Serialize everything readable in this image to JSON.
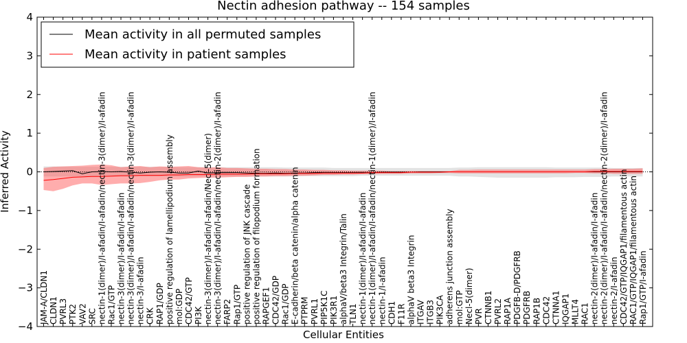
{
  "chart_data": {
    "type": "line",
    "title": "Nectin adhesion pathway -- 154 samples",
    "xlabel": "Cellular Entities",
    "ylabel": "Inferred Activity",
    "ylim": [
      -4,
      4
    ],
    "yticks": [
      4,
      3,
      2,
      1,
      0,
      -1,
      -2,
      -3,
      -4
    ],
    "ytick_labels": [
      "4",
      "3",
      "2",
      "1",
      "0",
      "−1",
      "−2",
      "−3",
      "−4"
    ],
    "grid": false,
    "legend_position": "top-left",
    "categories": [
      "JAM-A/CLDN1",
      "CLDN1",
      "PVRL3",
      "PTK2",
      "VAV2",
      "SRC",
      "nectin-1(dimer)/I-afadin/I-afadin/nectin-3(dimer)/I-afadin",
      "Rac1/GTP",
      "nectin-3(dimer)/I-afadin/I-afadin",
      "nectin-3(dimer)/I-afadin/I-afadin/nectin-3(dimer)/I-afadin",
      "nectin-3/I-afadin",
      "CRK",
      "RAP1/GDP",
      "positive regulation of lamellipodium assembly",
      "mol:GDP",
      "CDC42/GTP",
      "PI3K",
      "nectin-3(dimer)/I-afadin/I-afadin/Necl-5(dimer)",
      "nectin-3(dimer)/I-afadin/I-afadin/nectin-2(dimer)/I-afadin",
      "FARP2",
      "Rap1/GTP",
      "positive regulation of JNK cascade",
      "positive regulation of filopodium formation",
      "RAPGEF1",
      "CDC42/GDP",
      "Rac1/GDP",
      "E-cadherin/beta catenin/alpha catenin",
      "PTPRM",
      "PVRL1",
      "PIP5K1C",
      "PIK3R1",
      "alphaV/beta3 Integrin/Talin",
      "TLN1",
      "nectin-1(dimer)/I-afadin/I-afadin",
      "nectin-1(dimer)/I-afadin/I-afadin/nectin-1(dimer)/I-afadin",
      "nectin-1/I-afadin",
      "CDH1",
      "F11R",
      "alphaV beta3 Integrin",
      "ITGAV",
      "ITGB3",
      "PIK3CA",
      "adherens junction assembly",
      "mol:GTP",
      "Necl-5(dimer)",
      "PVR",
      "CTNNB1",
      "PVRL2",
      "RAP1A",
      "PDGFB-D/PDGFRB",
      "PDGFRB",
      "RAP1B",
      "CDC42",
      "CTNNA1",
      "IQGAP1",
      "MLLT4",
      "RAC1",
      "nectin-2(dimer)/I-afadin/I-afadin",
      "nectin-2(dimer)/I-afadin/I-afadin/nectin-2(dimer)/I-afadin",
      "nectin-2/I-afadin",
      "CDC42/GTP/IQGAP1/filamentous actin",
      "RAC1/GTP/IQGAP1/filamentous actin",
      "Rap1/GTP/I-afadin"
    ],
    "series": [
      {
        "name": "Mean activity in all permuted samples",
        "color": "#000000",
        "band_color": "#cccccc",
        "values": [
          0.0,
          0.01,
          0.02,
          0.03,
          -0.05,
          0.0,
          0.01,
          0.0,
          0.01,
          -0.01,
          -0.03,
          -0.01,
          0.0,
          -0.01,
          -0.03,
          -0.03,
          0.02,
          -0.03,
          -0.02,
          -0.02,
          -0.02,
          -0.03,
          -0.04,
          -0.04,
          -0.03,
          -0.04,
          -0.03,
          -0.03,
          -0.02,
          -0.02,
          -0.02,
          -0.02,
          -0.02,
          -0.02,
          -0.02,
          -0.01,
          -0.01,
          -0.01,
          -0.01,
          0.0,
          0.0,
          0.0,
          0.0,
          0.0,
          0.0,
          0.0,
          0.0,
          0.0,
          0.0,
          0.0,
          0.0,
          0.0,
          0.0,
          0.0,
          0.0,
          0.0,
          0.0,
          0.0,
          0.0,
          0.0,
          0.0,
          0.0,
          0.0
        ],
        "lower": [
          -0.12,
          -0.12,
          -0.12,
          -0.12,
          -0.12,
          -0.12,
          -0.12,
          -0.12,
          -0.12,
          -0.12,
          -0.12,
          -0.12,
          -0.12,
          -0.12,
          -0.12,
          -0.12,
          -0.12,
          -0.12,
          -0.12,
          -0.12,
          -0.12,
          -0.12,
          -0.12,
          -0.12,
          -0.12,
          -0.12,
          -0.12,
          -0.11,
          -0.11,
          -0.11,
          -0.11,
          -0.11,
          -0.11,
          -0.1,
          -0.1,
          -0.1,
          -0.1,
          -0.1,
          -0.1,
          -0.1,
          -0.1,
          -0.1,
          -0.1,
          -0.12,
          -0.12,
          -0.13,
          -0.14,
          -0.15,
          -0.15,
          -0.15,
          -0.15,
          -0.15,
          -0.15,
          -0.14,
          -0.14,
          -0.14,
          -0.13,
          -0.13,
          -0.13,
          -0.12,
          -0.12,
          -0.12,
          -0.12
        ],
        "upper": [
          0.14,
          0.14,
          0.14,
          0.13,
          0.13,
          0.13,
          0.13,
          0.13,
          0.13,
          0.13,
          0.13,
          0.13,
          0.13,
          0.13,
          0.12,
          0.12,
          0.12,
          0.12,
          0.12,
          0.12,
          0.12,
          0.12,
          0.12,
          0.12,
          0.12,
          0.11,
          0.11,
          0.11,
          0.11,
          0.11,
          0.1,
          0.1,
          0.1,
          0.1,
          0.1,
          0.1,
          0.1,
          0.1,
          0.1,
          0.1,
          0.1,
          0.1,
          0.1,
          0.11,
          0.11,
          0.12,
          0.12,
          0.12,
          0.12,
          0.12,
          0.12,
          0.12,
          0.12,
          0.11,
          0.11,
          0.11,
          0.11,
          0.11,
          0.11,
          0.1,
          0.1,
          0.1,
          0.1
        ]
      },
      {
        "name": "Mean activity in patient samples",
        "color": "#ff0000",
        "band_color": "#ff5c5c",
        "values": [
          -0.22,
          -0.2,
          -0.17,
          -0.14,
          -0.13,
          -0.12,
          -0.12,
          -0.11,
          -0.1,
          -0.1,
          -0.09,
          -0.09,
          -0.09,
          -0.08,
          -0.08,
          -0.07,
          -0.07,
          -0.07,
          -0.06,
          -0.06,
          -0.06,
          -0.06,
          -0.05,
          -0.05,
          -0.05,
          -0.05,
          -0.04,
          -0.04,
          -0.04,
          -0.03,
          -0.03,
          -0.03,
          -0.03,
          -0.03,
          -0.02,
          -0.02,
          -0.02,
          -0.02,
          -0.01,
          -0.01,
          -0.01,
          -0.01,
          0.0,
          0.0,
          0.0,
          0.0,
          0.0,
          0.0,
          0.0,
          0.0,
          0.0,
          0.0,
          0.0,
          0.0,
          0.0,
          0.0,
          0.0,
          0.01,
          0.01,
          0.01,
          0.01,
          0.01,
          0.01
        ],
        "lower": [
          -0.47,
          -0.5,
          -0.44,
          -0.35,
          -0.3,
          -0.3,
          -0.34,
          -0.32,
          -0.3,
          -0.3,
          -0.29,
          -0.26,
          -0.22,
          -0.2,
          -0.2,
          -0.17,
          -0.16,
          -0.15,
          -0.15,
          -0.14,
          -0.13,
          -0.13,
          -0.12,
          -0.12,
          -0.11,
          -0.11,
          -0.1,
          -0.1,
          -0.09,
          -0.08,
          -0.08,
          -0.07,
          -0.07,
          -0.06,
          -0.06,
          -0.05,
          -0.05,
          -0.05,
          -0.04,
          -0.04,
          -0.04,
          -0.03,
          -0.03,
          -0.04,
          -0.04,
          -0.04,
          -0.04,
          -0.04,
          -0.04,
          -0.04,
          -0.04,
          -0.04,
          -0.04,
          -0.04,
          -0.04,
          -0.03,
          -0.03,
          -0.04,
          -0.04,
          -0.05,
          -0.05,
          -0.05,
          -0.05
        ],
        "upper": [
          0.1,
          0.13,
          0.14,
          0.15,
          0.16,
          0.18,
          0.19,
          0.17,
          0.12,
          0.14,
          0.15,
          0.12,
          0.14,
          0.13,
          0.14,
          0.15,
          0.12,
          0.11,
          0.12,
          0.1,
          0.1,
          0.09,
          0.08,
          0.08,
          0.07,
          0.07,
          0.06,
          0.06,
          0.05,
          0.05,
          0.04,
          0.04,
          0.03,
          0.03,
          0.03,
          0.03,
          0.02,
          0.02,
          0.02,
          0.02,
          0.02,
          0.02,
          0.02,
          0.05,
          0.05,
          0.06,
          0.06,
          0.06,
          0.06,
          0.06,
          0.06,
          0.06,
          0.06,
          0.06,
          0.06,
          0.06,
          0.06,
          0.07,
          0.07,
          0.08,
          0.08,
          0.08,
          0.09
        ]
      }
    ]
  }
}
